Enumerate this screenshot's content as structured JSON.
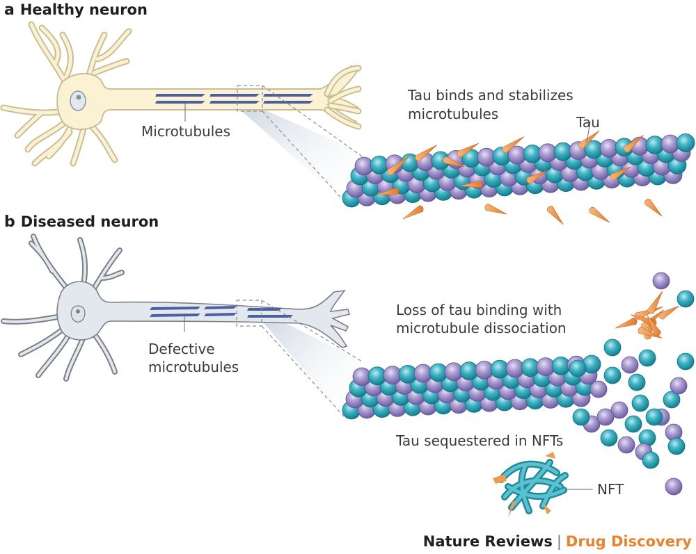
{
  "panels": [
    {
      "letter": "a",
      "title": "Healthy neuron",
      "labels": {
        "microtubules": "Microtubules",
        "tau_binds_line1": "Tau binds and stabilizes",
        "tau_binds_line2": "microtubules",
        "tau": "Tau"
      }
    },
    {
      "letter": "b",
      "title": "Diseased neuron",
      "labels": {
        "defective_line1": "Defective",
        "defective_line2": "microtubules",
        "loss_line1": "Loss of tau binding with",
        "loss_line2": "microtubule dissociation",
        "sequestered": "Tau sequestered in NFTs",
        "nft": "NFT"
      }
    }
  ],
  "footer": {
    "journal": "Nature Reviews",
    "separator": "|",
    "section": "Drug Discovery"
  },
  "colors": {
    "healthy_neuron_fill": "#fbf2d4",
    "healthy_neuron_stroke": "#c9bd93",
    "diseased_neuron_fill": "#e3e7ee",
    "diseased_neuron_stroke": "#7b7f86",
    "microtubule_bar": "#4b5f9e",
    "tubulin_teal": "#2aa3b5",
    "tubulin_purple": "#9a8ac2",
    "tau_orange": "#ef9a52",
    "journal_accent": "#e7832d"
  }
}
